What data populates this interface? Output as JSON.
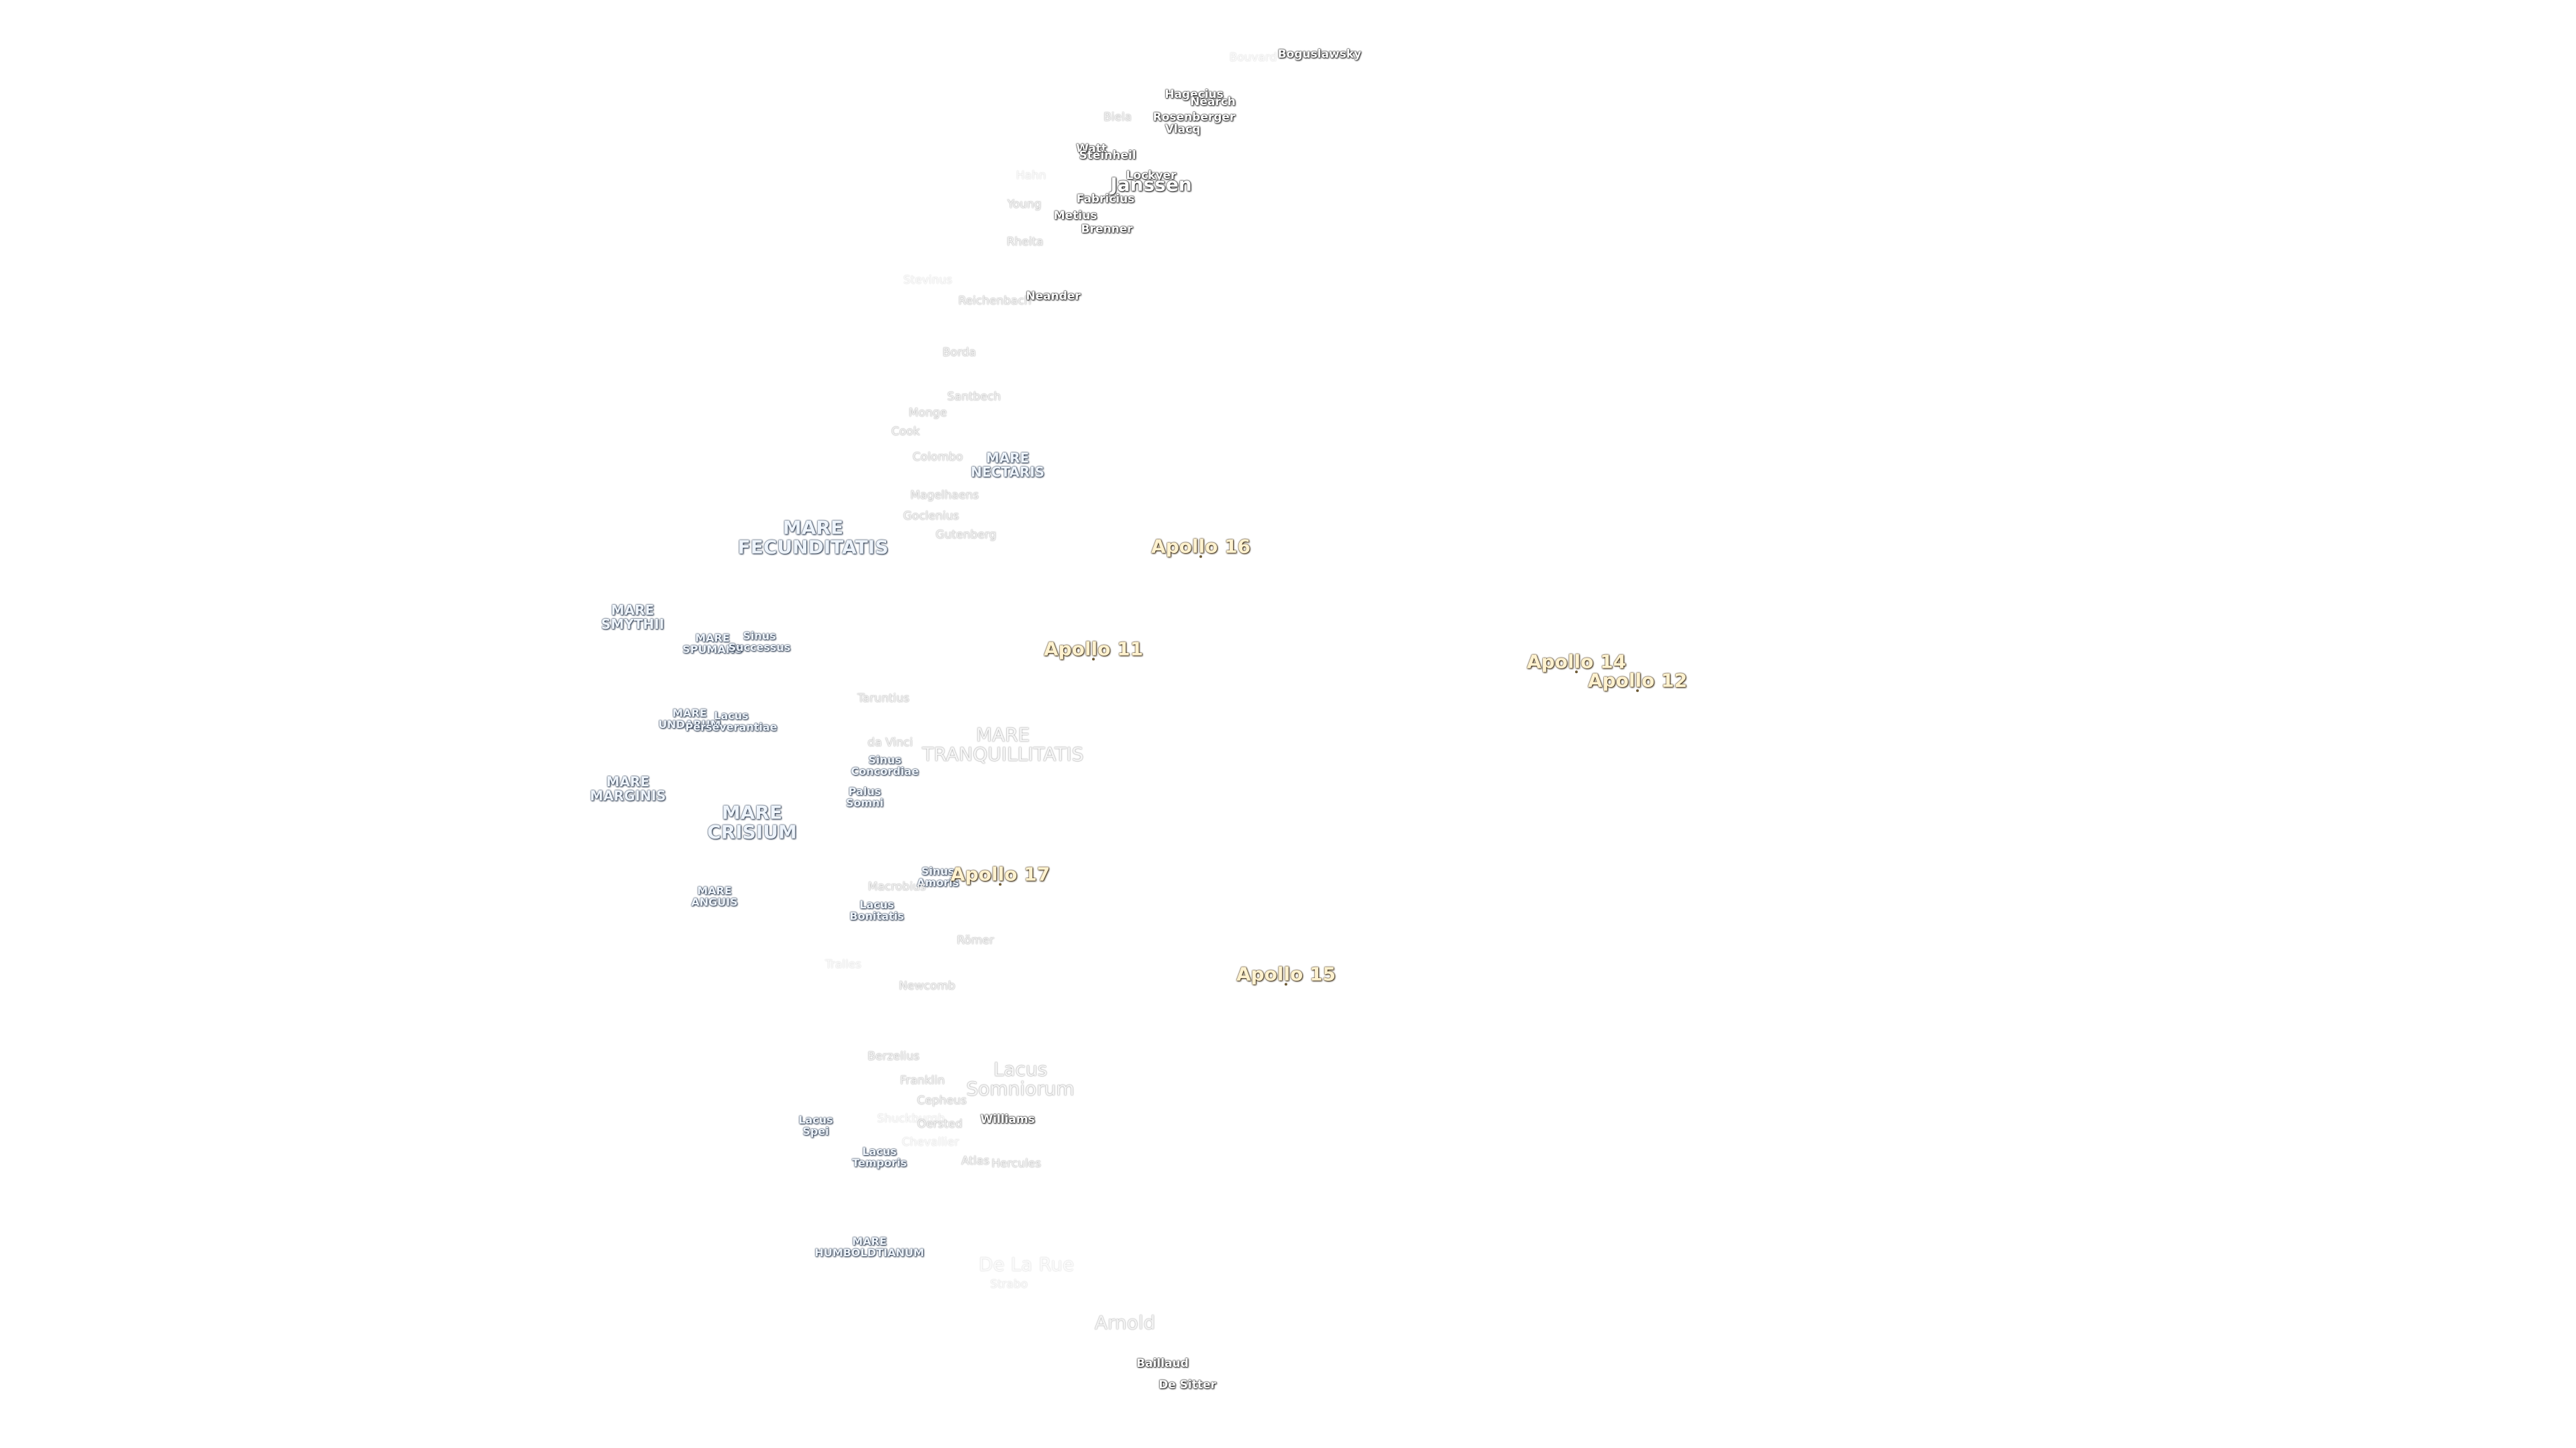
{
  "features": [
    {
      "name": "Bouvard",
      "cls": "crater faint"
    },
    {
      "name": "Boguslawsky",
      "cls": "crater"
    },
    {
      "name": "Hagecius",
      "cls": "crater"
    },
    {
      "name": "Nearch",
      "cls": "crater"
    },
    {
      "name": "Biela",
      "cls": "crater dim"
    },
    {
      "name": "Rosenberger",
      "cls": "crater"
    },
    {
      "name": "Vlacq",
      "cls": "crater"
    },
    {
      "name": "Watt",
      "cls": "crater"
    },
    {
      "name": "Steinheil",
      "cls": "crater"
    },
    {
      "name": "Hahn",
      "cls": "crater faint"
    },
    {
      "name": "Lockyer",
      "cls": "crater"
    },
    {
      "name": "Janssen",
      "cls": "crater big"
    },
    {
      "name": "Young",
      "cls": "crater dim"
    },
    {
      "name": "Fabricius",
      "cls": "crater"
    },
    {
      "name": "Metius",
      "cls": "crater"
    },
    {
      "name": "Brenner",
      "cls": "crater"
    },
    {
      "name": "Rheita",
      "cls": "crater dim"
    },
    {
      "name": "Stevinus",
      "cls": "crater faint"
    },
    {
      "name": "Reichenbach",
      "cls": "crater dim"
    },
    {
      "name": "Neander",
      "cls": "crater"
    },
    {
      "name": "Borda",
      "cls": "crater dim"
    },
    {
      "name": "Santbech",
      "cls": "crater dim"
    },
    {
      "name": "Monge",
      "cls": "crater dim"
    },
    {
      "name": "Cook",
      "cls": "crater dim"
    },
    {
      "name": "Colombo",
      "cls": "crater dim"
    },
    {
      "name": "MARE\nNECTARIS",
      "cls": "mare"
    },
    {
      "name": "Magelhaens",
      "cls": "crater dim"
    },
    {
      "name": "Goclenius",
      "cls": "crater dim"
    },
    {
      "name": "Gutenberg",
      "cls": "crater dim"
    },
    {
      "name": "MARE\nFECUNDITATIS",
      "cls": "mare big"
    },
    {
      "name": "Apollo 16",
      "cls": "apollo"
    },
    {
      "name": "MARE\nSMYTHII",
      "cls": "mare"
    },
    {
      "name": "MARE\nSPUMANS",
      "cls": "mare small"
    },
    {
      "name": "Sinus\nSuccessus",
      "cls": "mare small"
    },
    {
      "name": "Apollo 11",
      "cls": "apollo"
    },
    {
      "name": "Apollo 14",
      "cls": "apollo"
    },
    {
      "name": "Apollo 12",
      "cls": "apollo"
    },
    {
      "name": "Taruntius",
      "cls": "crater dim"
    },
    {
      "name": "MARE\nUNDARUM",
      "cls": "mare small"
    },
    {
      "name": "Lacus\nPerseverantiae",
      "cls": "mare small"
    },
    {
      "name": "da Vinci",
      "cls": "crater dim"
    },
    {
      "name": "MARE\nTRANQUILLITATIS",
      "cls": "mare big grey"
    },
    {
      "name": "Sinus\nConcordiae",
      "cls": "mare small"
    },
    {
      "name": "MARE\nMARGINIS",
      "cls": "mare"
    },
    {
      "name": "Palus\nSomni",
      "cls": "mare small"
    },
    {
      "name": "MARE\nCRISIUM",
      "cls": "mare big"
    },
    {
      "name": "Sinus\nAmoris",
      "cls": "mare small"
    },
    {
      "name": "Apollo 17",
      "cls": "apollo"
    },
    {
      "name": "Macrobius",
      "cls": "crater dim"
    },
    {
      "name": "MARE\nANGUIS",
      "cls": "mare small"
    },
    {
      "name": "Lacus\nBonitatis",
      "cls": "mare small"
    },
    {
      "name": "Römer",
      "cls": "crater dim"
    },
    {
      "name": "Tralles",
      "cls": "crater faint"
    },
    {
      "name": "Apollo 15",
      "cls": "apollo"
    },
    {
      "name": "Newcomb",
      "cls": "crater dim"
    },
    {
      "name": "Berzelius",
      "cls": "crater dim"
    },
    {
      "name": "Lacus\nSomniorum",
      "cls": "mare big grey"
    },
    {
      "name": "Franklin",
      "cls": "crater dim"
    },
    {
      "name": "Cepheus",
      "cls": "crater dim"
    },
    {
      "name": "Lacus\nSpei",
      "cls": "mare small"
    },
    {
      "name": "Shuckburgh",
      "cls": "crater faint"
    },
    {
      "name": "Oersted",
      "cls": "crater dim"
    },
    {
      "name": "Williams",
      "cls": "crater"
    },
    {
      "name": "Chevallier",
      "cls": "crater faint"
    },
    {
      "name": "Lacus\nTemporis",
      "cls": "mare small"
    },
    {
      "name": "Atlas",
      "cls": "crater dim"
    },
    {
      "name": "Hercules",
      "cls": "crater dim"
    },
    {
      "name": "MARE\nHUMBOLDTIANUM",
      "cls": "mare small"
    },
    {
      "name": "De La Rue",
      "cls": "crater big faint"
    },
    {
      "name": "Strabo",
      "cls": "crater faint"
    },
    {
      "name": "Arnold",
      "cls": "crater big dim"
    },
    {
      "name": "Baillaud",
      "cls": "crater"
    },
    {
      "name": "De Sitter",
      "cls": "crater"
    }
  ]
}
